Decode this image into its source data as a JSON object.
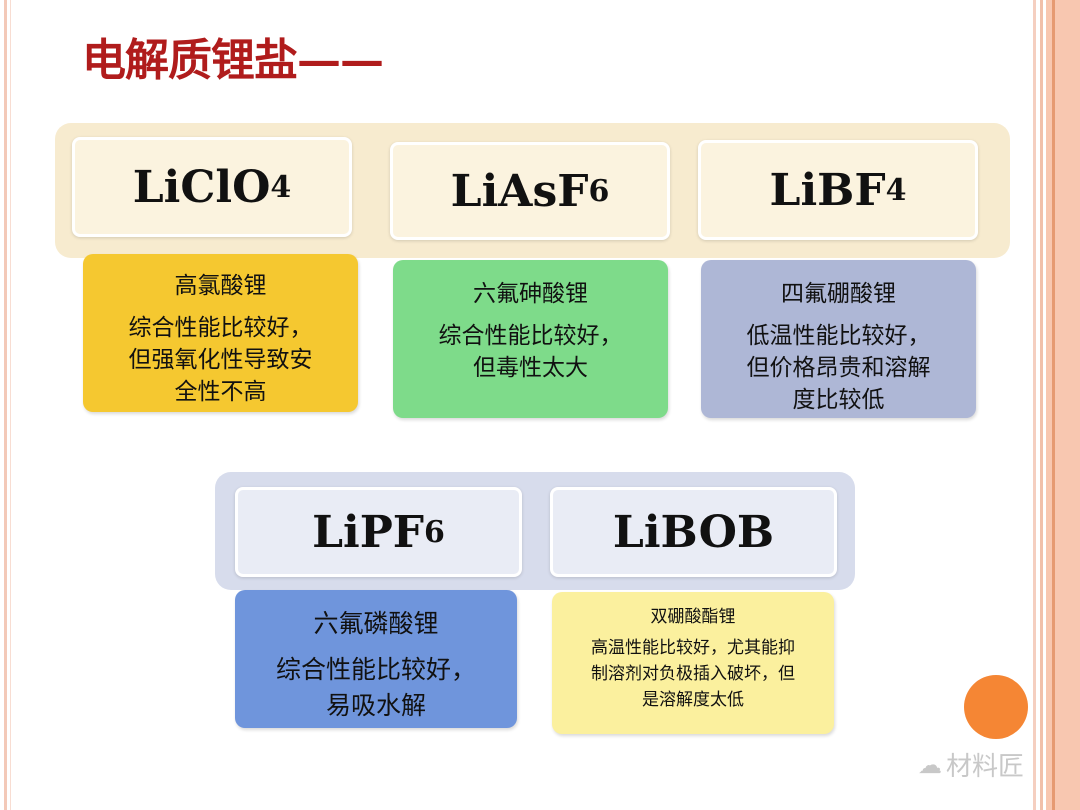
{
  "title": "电解质锂盐——",
  "salts": [
    {
      "formula": "LiClO",
      "sub": "4",
      "name": "高氯酸锂",
      "desc": [
        "综合性能比较好，",
        "但强氧化性导致安",
        "全性不高"
      ],
      "color": "#f5c830"
    },
    {
      "formula": "LiAsF",
      "sub": "6",
      "name": "六氟砷酸锂",
      "desc": [
        "综合性能比较好，",
        "但毒性太大"
      ],
      "color": "#7edb8a"
    },
    {
      "formula": "LiBF",
      "sub": "4",
      "name": "四氟硼酸锂",
      "desc": [
        "低温性能比较好，",
        "但价格昂贵和溶解",
        "度比较低"
      ],
      "color": "#aeb7d6"
    },
    {
      "formula": "LiPF",
      "sub": "6",
      "name": "六氟磷酸锂",
      "desc": [
        "综合性能比较好，",
        "易吸水解"
      ],
      "color": "#6f95dc"
    },
    {
      "formula": "LiBOB",
      "sub": "",
      "name": "双硼酸酯锂",
      "desc": [
        "高温性能比较好，尤其能抑",
        "制溶剂对负极插入破坏，但",
        "是溶解度太低"
      ],
      "color": "#fbf09e"
    }
  ],
  "watermark": "材料匠",
  "accent": "#f58634"
}
